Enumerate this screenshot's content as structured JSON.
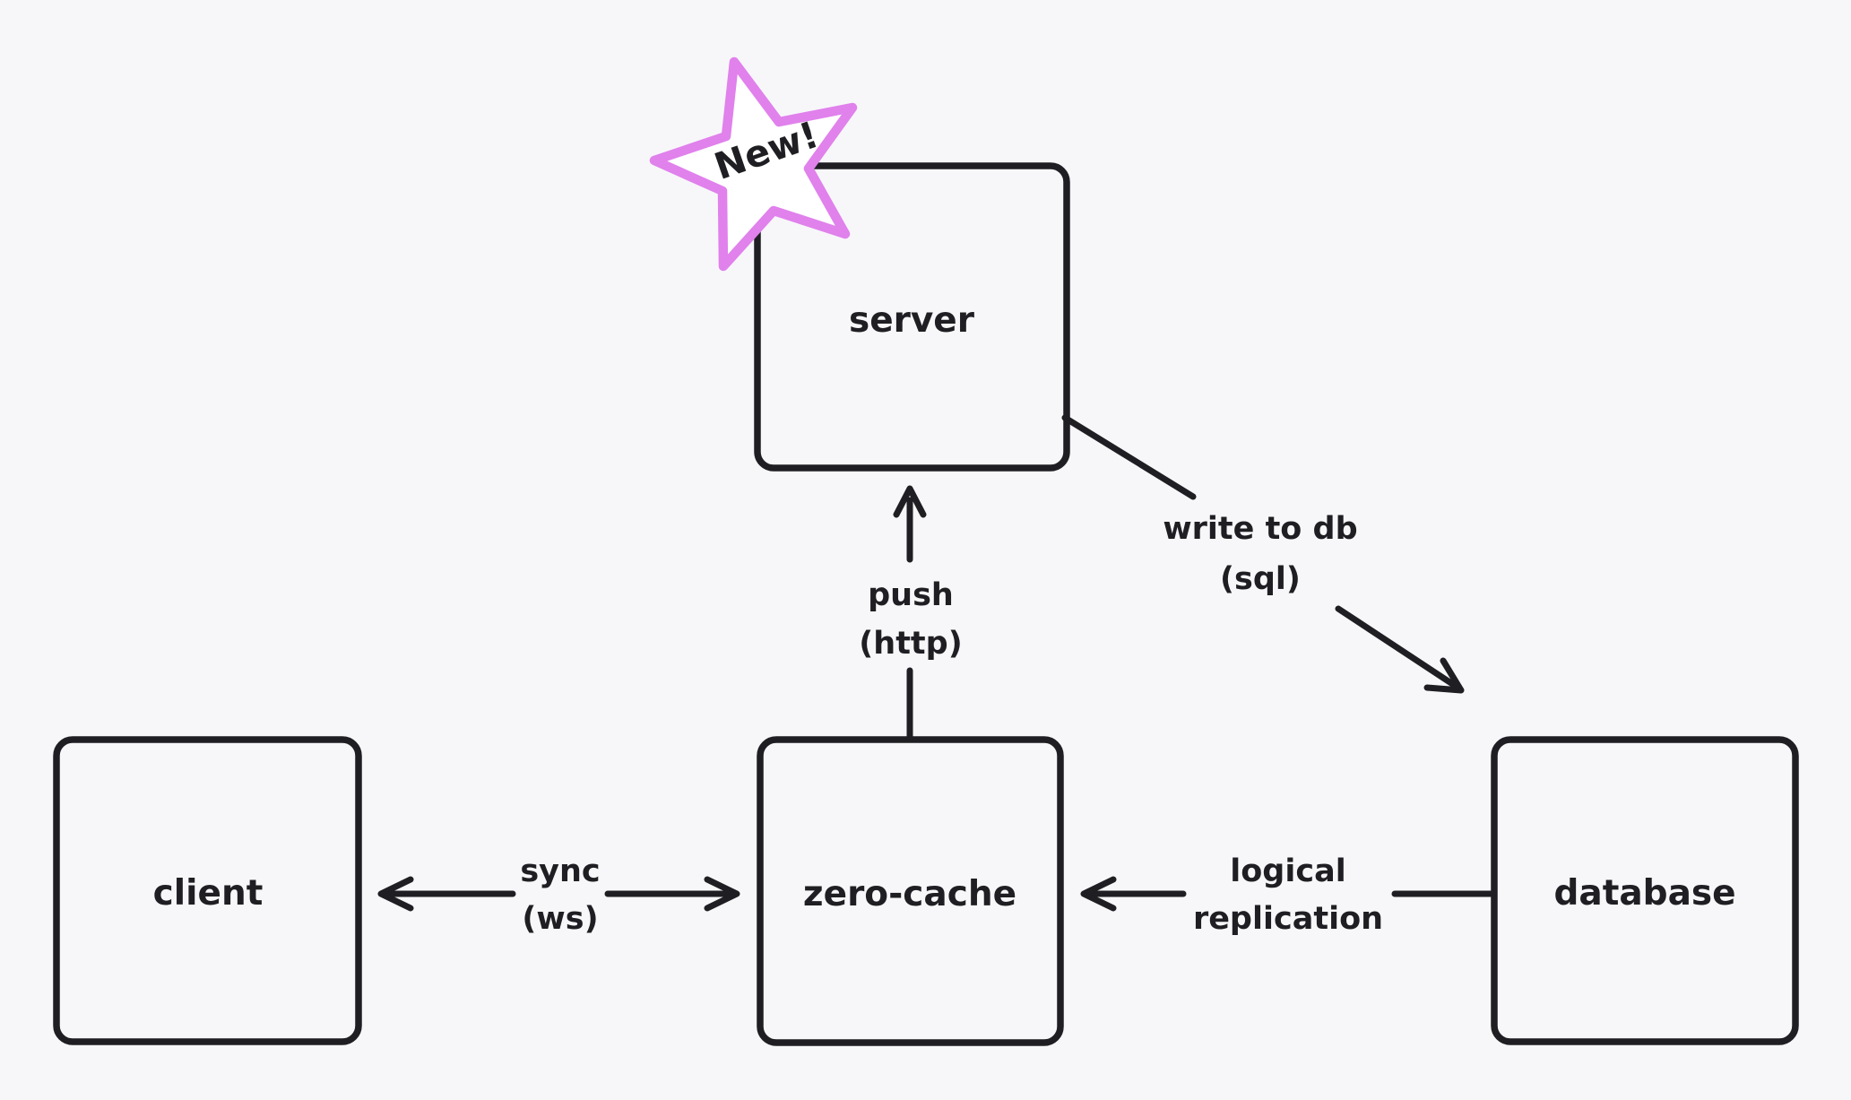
{
  "colors": {
    "background": "#f7f7f9",
    "ink": "#1f1f23",
    "badge_stroke": "#e081ec",
    "badge_fill": "#ffffff"
  },
  "diagram": {
    "nodes": {
      "server": {
        "label": "server"
      },
      "client": {
        "label": "client"
      },
      "zero_cache": {
        "label": "zero-cache"
      },
      "database": {
        "label": "database"
      }
    },
    "edges": {
      "push": {
        "line1": "push",
        "line2": "(http)",
        "from": "zero-cache",
        "to": "server"
      },
      "write_to_db": {
        "line1": "write to db",
        "line2": "(sql)",
        "from": "server",
        "to": "database"
      },
      "sync": {
        "line1": "sync",
        "line2": "(ws)",
        "from": "client",
        "to": "zero-cache",
        "bidirectional": true
      },
      "logical_replication": {
        "line1": "logical",
        "line2": "replication",
        "from": "database",
        "to": "zero-cache"
      }
    },
    "badge": {
      "label": "New!"
    }
  }
}
